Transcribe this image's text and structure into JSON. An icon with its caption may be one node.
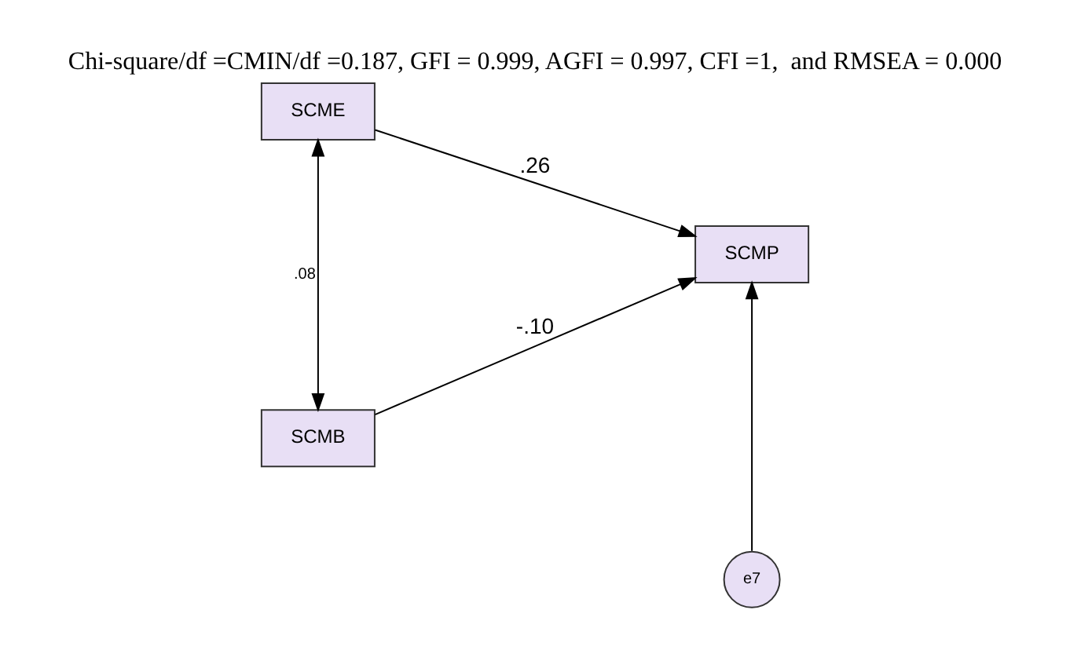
{
  "diagram": {
    "title": "Chi-square/df =CMIN/df =0.187, GFI = 0.999, AGFI = 0.997, CFI =1,  and RMSEA = 0.000",
    "nodes": [
      {
        "text": [
          "SCME"
        ]
      },
      {
        "text": [
          "SCMB"
        ]
      },
      {
        "text": [
          "SCMP"
        ]
      },
      {
        "text": [
          "e7"
        ]
      }
    ],
    "edges": [
      {
        "from": 0,
        "to": 2,
        "arrow": "to",
        "label": ".26"
      },
      {
        "from": 1,
        "to": 2,
        "arrow": "to",
        "label": "-.10"
      },
      {
        "from": 3,
        "to": 2,
        "arrow": "to"
      },
      {
        "from": 0,
        "to": 1,
        "arrow": "both",
        "label": ".08"
      }
    ]
  }
}
